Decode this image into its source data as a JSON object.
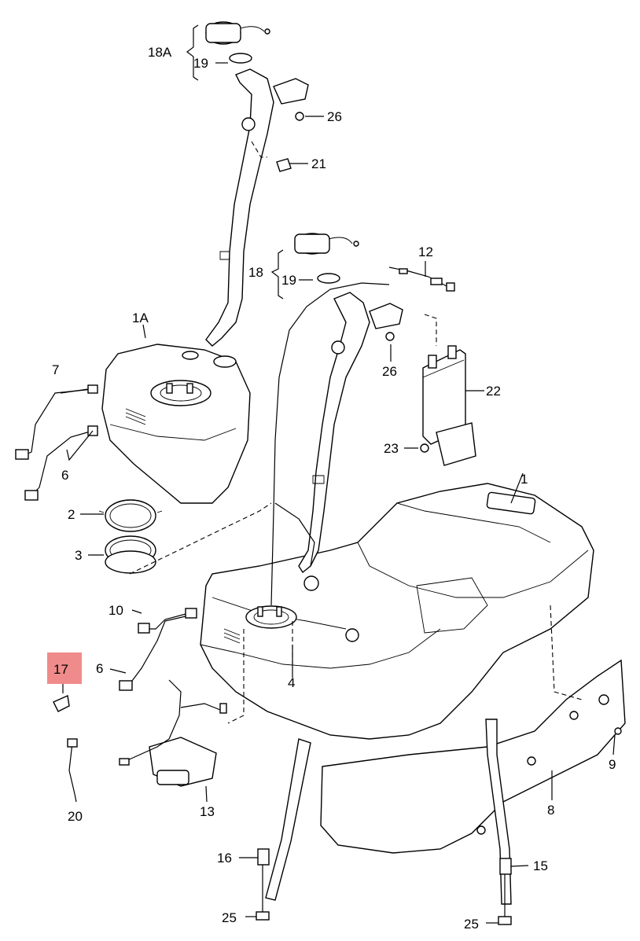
{
  "diagram": {
    "labels": {
      "p1": "1",
      "p1a": "1A",
      "p2": "2",
      "p3": "3",
      "p4": "4",
      "p6a": "6",
      "p6b": "6",
      "p7": "7",
      "p8": "8",
      "p9": "9",
      "p10": "10",
      "p12": "12",
      "p13": "13",
      "p15": "15",
      "p16": "16",
      "p17": "17",
      "p18": "18",
      "p18a": "18A",
      "p19a": "19",
      "p19b": "19",
      "p20": "20",
      "p21": "21",
      "p22": "22",
      "p23": "23",
      "p25a": "25",
      "p25b": "25",
      "p26a": "26",
      "p26b": "26"
    },
    "highlighted_part": "17",
    "highlight_color": "#f08b8b"
  }
}
